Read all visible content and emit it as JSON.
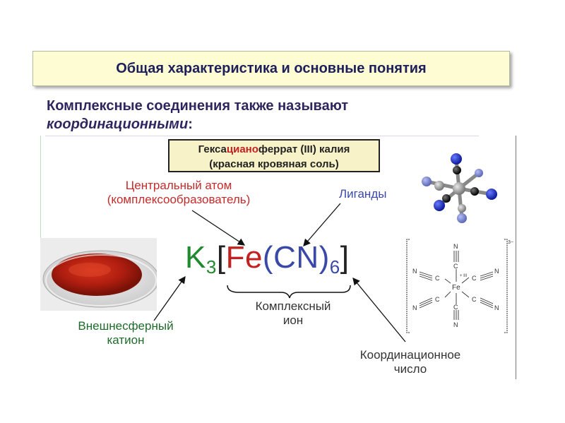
{
  "title": "Общая характеристика и основные понятия",
  "intro": {
    "line1": "Комплексные соединения также называют",
    "line2_italic": "координационными",
    "line2_suffix": ":"
  },
  "compound_name": {
    "part1": "Гекса",
    "part2_red": "циано",
    "part3": "феррат (III) калия",
    "line2": "(красная кровяная соль)"
  },
  "labels": {
    "central_line1": "Центральный атом",
    "central_line2": "(комплексообразователь)",
    "ligands": "Лиганды",
    "outer_line1": "Внешнесферный",
    "outer_line2": "катион",
    "complex_line1": "Комплексный",
    "complex_line2": "ион",
    "coord_line1": "Координационное",
    "coord_line2": "число"
  },
  "formula": {
    "k": "K",
    "k_sub": "3",
    "open": "[",
    "fe": "Fe",
    "lp": "(",
    "cn": "CN",
    "rp": ")",
    "cn_sub": "6",
    "close": "]"
  },
  "struct": {
    "charge": "3−",
    "fe": "Fe",
    "n": "N",
    "c": "C",
    "ox": "+ III"
  },
  "colors": {
    "title_bg": "#fdfcd2",
    "k": "#1f8a2e",
    "fe": "#c32020",
    "cn": "#3a49a8"
  }
}
